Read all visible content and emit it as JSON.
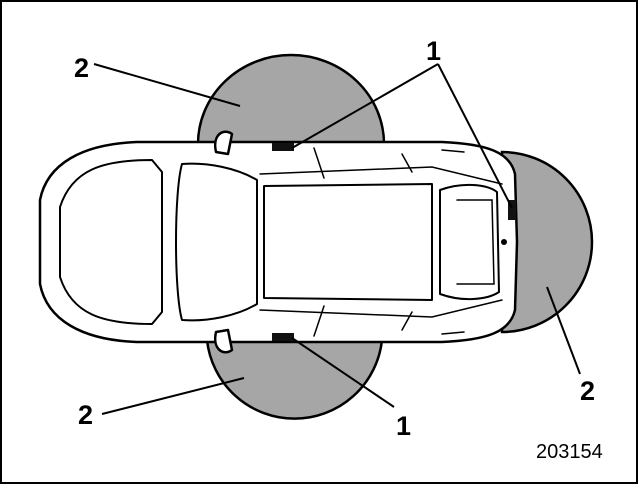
{
  "figure": {
    "number": "203154",
    "callouts": {
      "antenna": "1",
      "range": "2"
    },
    "colors": {
      "range_fill": "#a6a6a6",
      "outline": "#000000",
      "background": "#ffffff"
    }
  }
}
